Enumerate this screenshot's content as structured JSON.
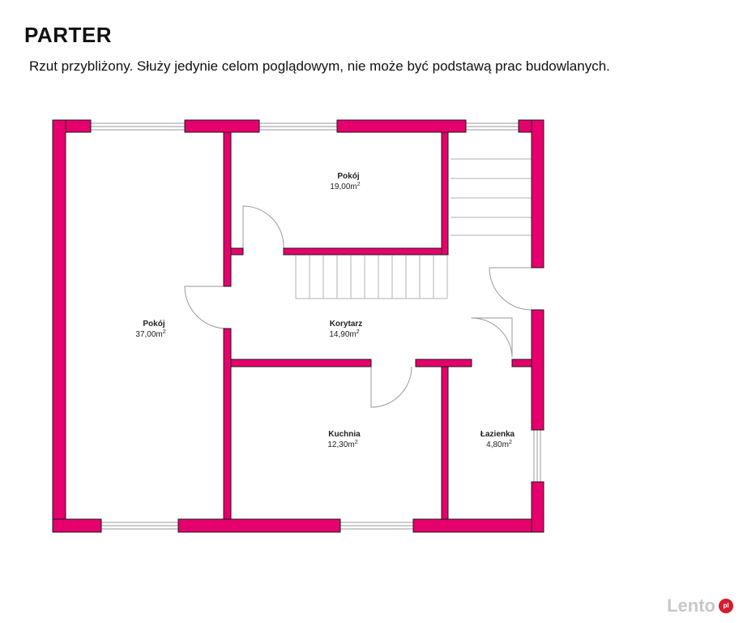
{
  "header": {
    "title": "PARTER",
    "subtitle": "Rzut przybliżony. Służy jedynie celom poglądowym, nie może być podstawą prac budowlanych."
  },
  "colors": {
    "wall": "#e5006d",
    "wall_outline": "#1a1a1a",
    "line": "#999999"
  },
  "rooms": [
    {
      "name": "Pokój",
      "area": "19,00m",
      "sup": "2"
    },
    {
      "name": "Pokój",
      "area": "37,00m",
      "sup": "2"
    },
    {
      "name": "Korytarz",
      "area": "14,90m",
      "sup": "2"
    },
    {
      "name": "Kuchnia",
      "area": "12,30m",
      "sup": "2"
    },
    {
      "name": "Łazienka",
      "area": "4,80m",
      "sup": "2"
    }
  ],
  "watermark": {
    "text": "Lento",
    "badge": "pl"
  }
}
